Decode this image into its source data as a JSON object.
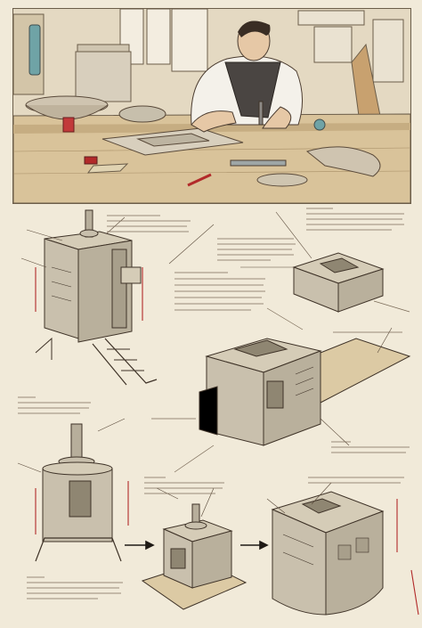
{
  "scene": {
    "title": "",
    "palette": {
      "paper": "#f1ead9",
      "ink": "#3f3328",
      "machine": "#c9c0ad",
      "machine_dark": "#8f8672",
      "wood": "#d9c39a",
      "accent_red": "#b22a2a",
      "teal": "#6fa3a6"
    }
  },
  "icons": [
    "workshop-figure",
    "machine-sketch",
    "arrow-right-icon",
    "callout-leader"
  ]
}
